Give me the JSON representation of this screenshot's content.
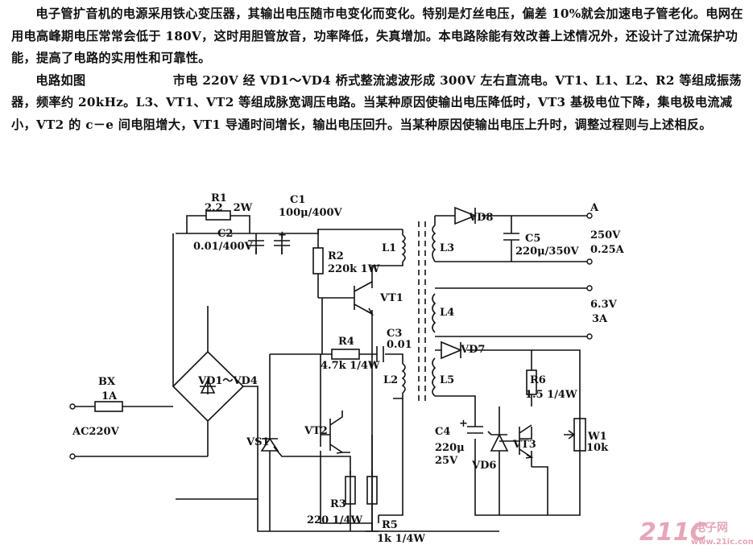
{
  "description": {
    "paragraph1": "电子管扩音机的电源采用铁心变压器，其输出电压随市电变化而变化。特别是灯丝电压，偏差 10%就会加速电子管老化。电网在用电高峰期电压常常会低于 180V，这时用胆管放音，功率降低，失真增加。本电路除能有效改善上述情况外，还设计了过流保护功能，提高了电路的实用性和可靠性。",
    "paragraph2": "电路如图　　　　　　　市电 220V 经 VD1～VD4 桥式整流滤波形成 300V 左右直流电。VT1、L1、L2、R2 等组成振荡器，频率约 20kHz。L3、VT1、VT2 等组成脉宽调压电路。当某种原因使输出电压降低时，VT3 基极电位下降，集电极电流减小，VT2 的 c－e 间电阻增大，VT1 导通时间增长，输出电压回升。当某种原因使输出电压上升时，调整过程则与上述相反。"
  },
  "labels": {
    "r1": "R1",
    "r1_val": "2.2　2W",
    "c1": "C1",
    "c1_val": "100μ/400V",
    "c2": "C2",
    "c2_val": "0.01/400V",
    "r2": "R2",
    "r2_val": "220k 1W",
    "vt1": "VT1",
    "l1": "L1",
    "l3": "L3",
    "vd8": "VD8",
    "c5": "C5",
    "c5_val": "220μ/350V",
    "out_a": "A",
    "out_a_v": "250V",
    "out_a_i": "0.25A",
    "l4": "L4",
    "out_b_v": "6.3V",
    "out_b_i": "3A",
    "r4": "R4",
    "r4_val": "4.7k 1/4W",
    "c3": "C3",
    "c3_val": "0.01",
    "l2": "L2",
    "l5": "L5",
    "vd7": "VD7",
    "r6": "R6",
    "r6_val": "1.5 1/4W",
    "bx": "BX",
    "bx_val": "1A",
    "bridge": "VD1～VD4",
    "ac": "AC220V",
    "vs1": "VS1",
    "vt2": "VT2",
    "c4": "C4",
    "c4_val1": "220μ",
    "c4_val2": "25V",
    "vd6": "VD6",
    "vt3": "VT3",
    "w1": "W1",
    "w1_val": "10k",
    "r3": "R3",
    "r3_val": "220 1/4W",
    "r5": "R5",
    "r5_val": "1k 1/4W"
  },
  "watermark": {
    "logo": "211C",
    "cn": "电子网",
    "url": "www.21ic.com"
  }
}
